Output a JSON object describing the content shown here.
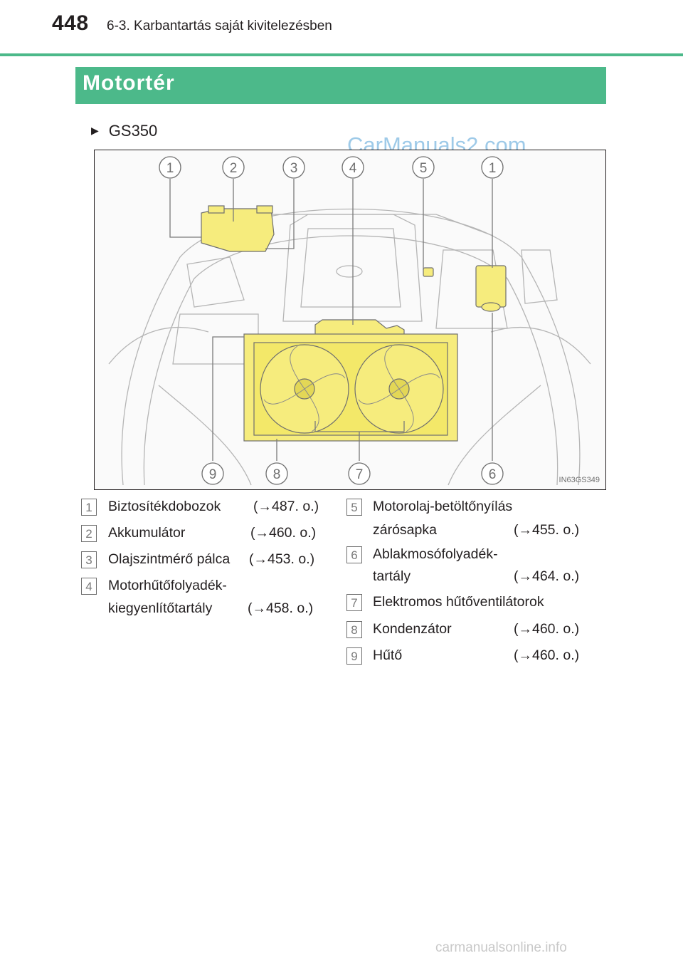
{
  "header": {
    "page_number": "448",
    "chapter": "6-3. Karbantartás saját kivitelezésben"
  },
  "section": {
    "title": "Motortér"
  },
  "model": {
    "arrow": "▶",
    "name": "GS350"
  },
  "watermarks": {
    "top": "CarManuals2.com",
    "bottom": "carmanualsonline.info"
  },
  "figure": {
    "code": "IN63GS349",
    "callouts_top": [
      "1",
      "2",
      "3",
      "4",
      "5",
      "1"
    ],
    "callouts_bottom": [
      "9",
      "8",
      "7",
      "6"
    ],
    "colors": {
      "highlight": "#f6ec7d",
      "line": "#9a9a9a",
      "callout": "#6f6f6f"
    }
  },
  "legend": {
    "left": [
      {
        "num": "1",
        "lines": [
          "Biztosítékdobozok"
        ],
        "ref": "(→487. o.)"
      },
      {
        "num": "2",
        "lines": [
          "Akkumulátor"
        ],
        "ref": "(→460. o.)"
      },
      {
        "num": "3",
        "lines": [
          "Olajszintmérő pálca"
        ],
        "ref": "(→453. o.)"
      },
      {
        "num": "4",
        "lines": [
          "Motorhűtőfolyadék-",
          "kiegyenlítőtartály"
        ],
        "ref": "(→458. o.)"
      }
    ],
    "right": [
      {
        "num": "5",
        "lines": [
          "Motorolaj-betöltőnyílás",
          "zárósapka"
        ],
        "ref": "(→455. o.)"
      },
      {
        "num": "6",
        "lines": [
          "Ablakmosófolyadék-",
          "tartály"
        ],
        "ref": "(→464. o.)"
      },
      {
        "num": "7",
        "lines": [
          "Elektromos hűtőventilátorok"
        ],
        "ref": ""
      },
      {
        "num": "8",
        "lines": [
          "Kondenzátor"
        ],
        "ref": "(→460. o.)"
      },
      {
        "num": "9",
        "lines": [
          "Hűtő"
        ],
        "ref": "(→460. o.)"
      }
    ]
  },
  "colors": {
    "accent": "#4cb98a",
    "text": "#231f20"
  }
}
